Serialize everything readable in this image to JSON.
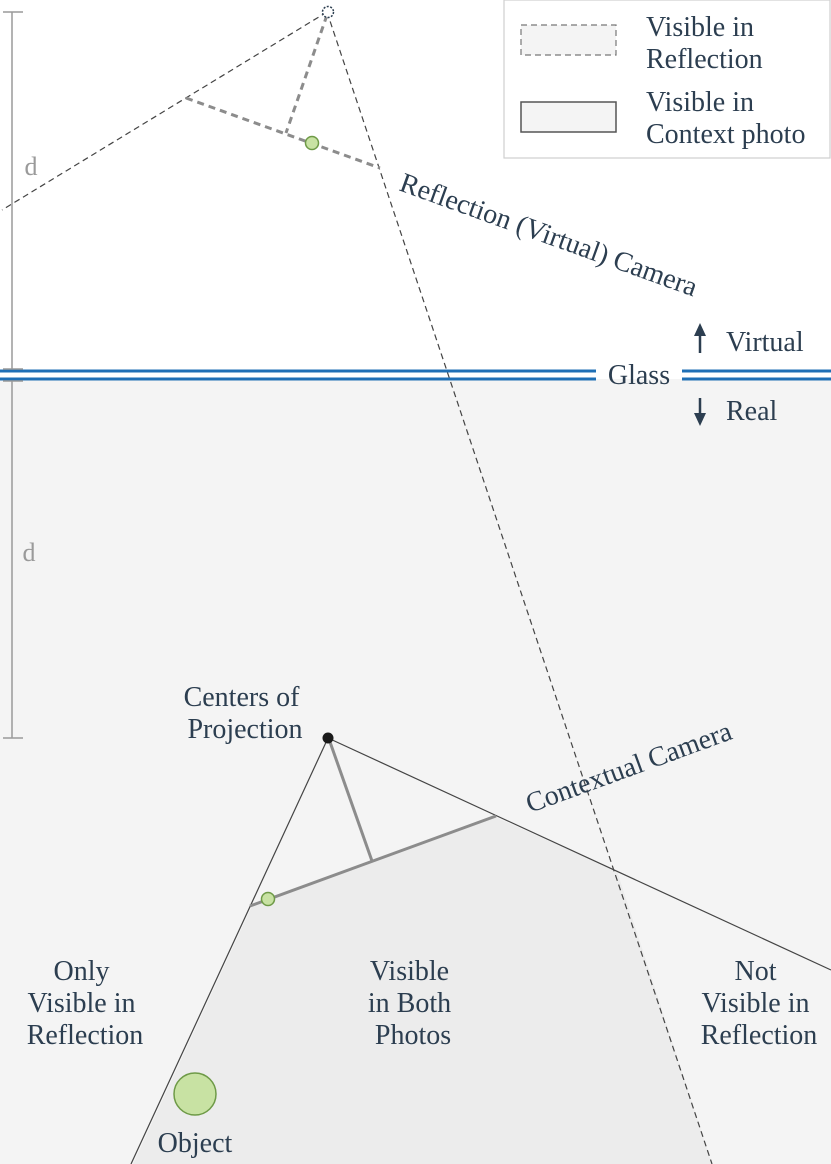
{
  "legend": {
    "items": [
      {
        "style": "dashed",
        "label_lines": [
          "Visible in",
          "Reflection"
        ]
      },
      {
        "style": "solid",
        "label_lines": [
          "Visible in",
          "Context photo"
        ]
      }
    ]
  },
  "labels": {
    "reflection_camera": "Reflection (Virtual) Camera",
    "contextual_camera": "Contextual Camera",
    "glass": "Glass",
    "virtual": "Virtual",
    "real": "Real",
    "distance_top": "d",
    "distance_bottom": "d",
    "centers_of_projection": [
      "Centers of",
      "Projection"
    ],
    "only_visible_in_reflection": [
      "Only",
      "Visible in",
      "Reflection"
    ],
    "visible_in_both_photos": [
      "Visible",
      "in Both",
      "Photos"
    ],
    "not_visible_in_reflection": [
      "Not",
      "Visible in",
      "Reflection"
    ],
    "object": "Object"
  },
  "colors": {
    "glass_line": "#1f6fb5",
    "object_fill": "#c8e2a3",
    "object_stroke": "#6e9a47",
    "ray": "#444444",
    "sensor": "#8c8c8c",
    "real_region_fill": "#f4f4f4",
    "overlap_region_fill": "#ececec",
    "text": "#2c3e50"
  },
  "icons": {
    "virtual_arrow": "arrow-up-icon",
    "real_arrow": "arrow-down-icon",
    "virtual_center": "virtual-center-of-projection-icon",
    "real_center": "center-of-projection-icon"
  }
}
